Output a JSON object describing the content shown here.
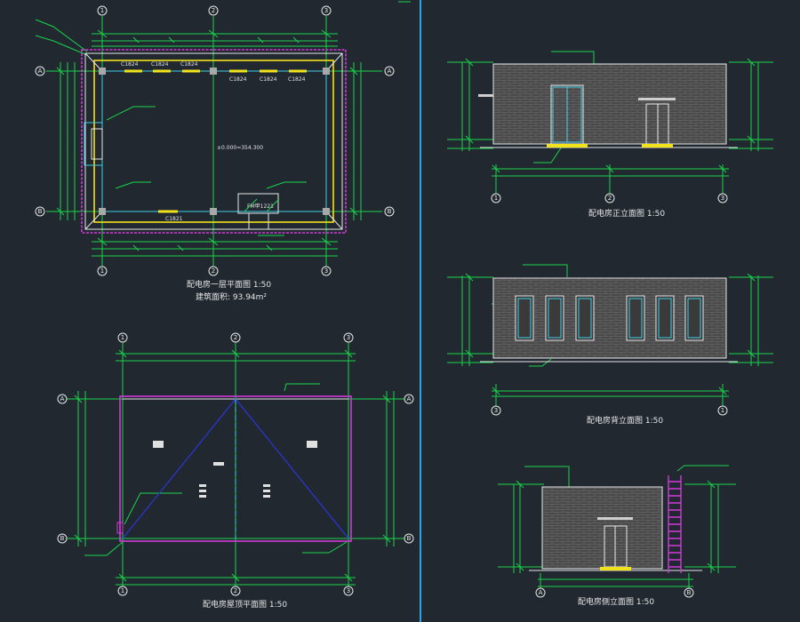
{
  "drawing": {
    "colors": {
      "background": "#212830",
      "dimension": "#19d34b",
      "outline": "#e8e8e8",
      "wall": "#3fd0e8",
      "roof": "#d23ad8",
      "column": "#f2e21a",
      "ridge": "#2a36d8",
      "divider": "#2aa6e8"
    },
    "floor_plan": {
      "title": "配电房一层平面图 1:50",
      "area": "建筑面积: 93.94m²",
      "axes": {
        "top": [
          "1",
          "2",
          "3"
        ],
        "side": [
          "A",
          "B"
        ]
      },
      "window_tags": [
        "C1824",
        "C1824",
        "C1824",
        "C1824",
        "C1824",
        "C1824"
      ],
      "window_tag_bottom": "C1821",
      "door_tag": "FM甲1221",
      "elevation_tag": "±0.000=354.300"
    },
    "roof_plan": {
      "title": "配电房屋顶平面图 1:50",
      "axes": {
        "top": [
          "1",
          "2",
          "3"
        ],
        "side": [
          "A",
          "B"
        ]
      }
    },
    "elevations": {
      "front": {
        "title": "配电房正立面图 1:50",
        "axes": [
          "1",
          "2",
          "3"
        ]
      },
      "back": {
        "title": "配电房背立面图 1:50",
        "axes": [
          "3",
          "1"
        ]
      },
      "side": {
        "title": "配电房侧立面图 1:50",
        "axes": [
          "A",
          "B"
        ]
      }
    }
  }
}
